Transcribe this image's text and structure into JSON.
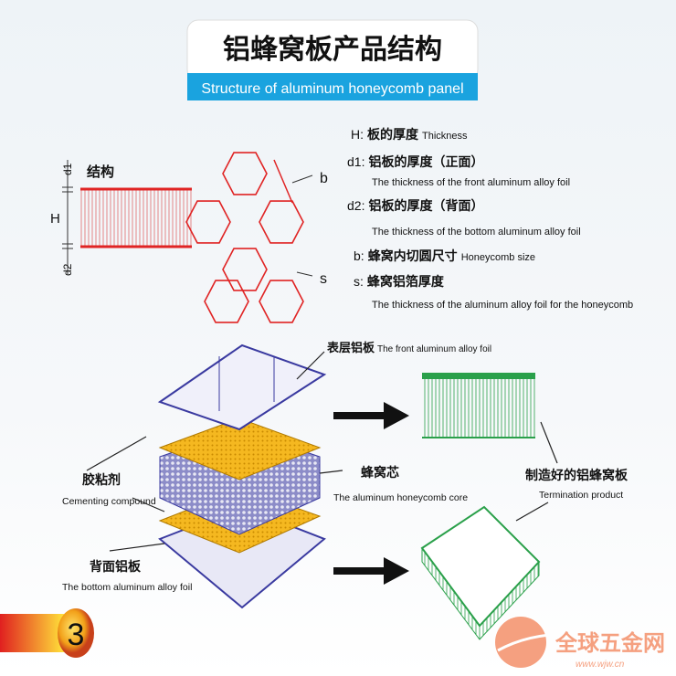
{
  "title": {
    "cn": "铝蜂窝板产品结构",
    "en": "Structure of aluminum honeycomb panel"
  },
  "structure": {
    "label": "结构",
    "d1": "d1",
    "H": "H",
    "d2": "d2",
    "b": "b",
    "s": "s"
  },
  "legend": [
    {
      "key": "H:",
      "cn": "板的厚度",
      "en": "Thickness"
    },
    {
      "key": "d1:",
      "cn": "铝板的厚度（正面）",
      "en": "The thickness of the front aluminum alloy foil"
    },
    {
      "key": "d2:",
      "cn": "铝板的厚度（背面）",
      "en": "The thickness of the bottom aluminum alloy foil"
    },
    {
      "key": "b:",
      "cn": "蜂窝内切圆尺寸",
      "en": "Honeycomb size"
    },
    {
      "key": "s:",
      "cn": "蜂窝铝箔厚度",
      "en": "The thickness of the aluminum alloy foil for the honeycomb"
    }
  ],
  "layers": {
    "front": {
      "cn": "表层铝板",
      "en": "The front aluminum alloy foil"
    },
    "glue": {
      "cn": "胶粘剂",
      "en": "Cementing compound"
    },
    "core": {
      "cn": "蜂窝芯",
      "en": "The aluminum honeycomb core"
    },
    "bottom": {
      "cn": "背面铝板",
      "en": "The bottom aluminum alloy foil"
    },
    "product": {
      "cn": "制造好的铝蜂窝板",
      "en": "Termination product"
    }
  },
  "page_number": "3",
  "watermark": {
    "name": "全球五金网",
    "url": "www.wjw.cn"
  },
  "colors": {
    "banner": "#1aa3df",
    "red": "#e02424",
    "green": "#2aa04a",
    "plate": "#3a3aa0",
    "glue": "#f5b820",
    "watermark": "#f4906a"
  }
}
